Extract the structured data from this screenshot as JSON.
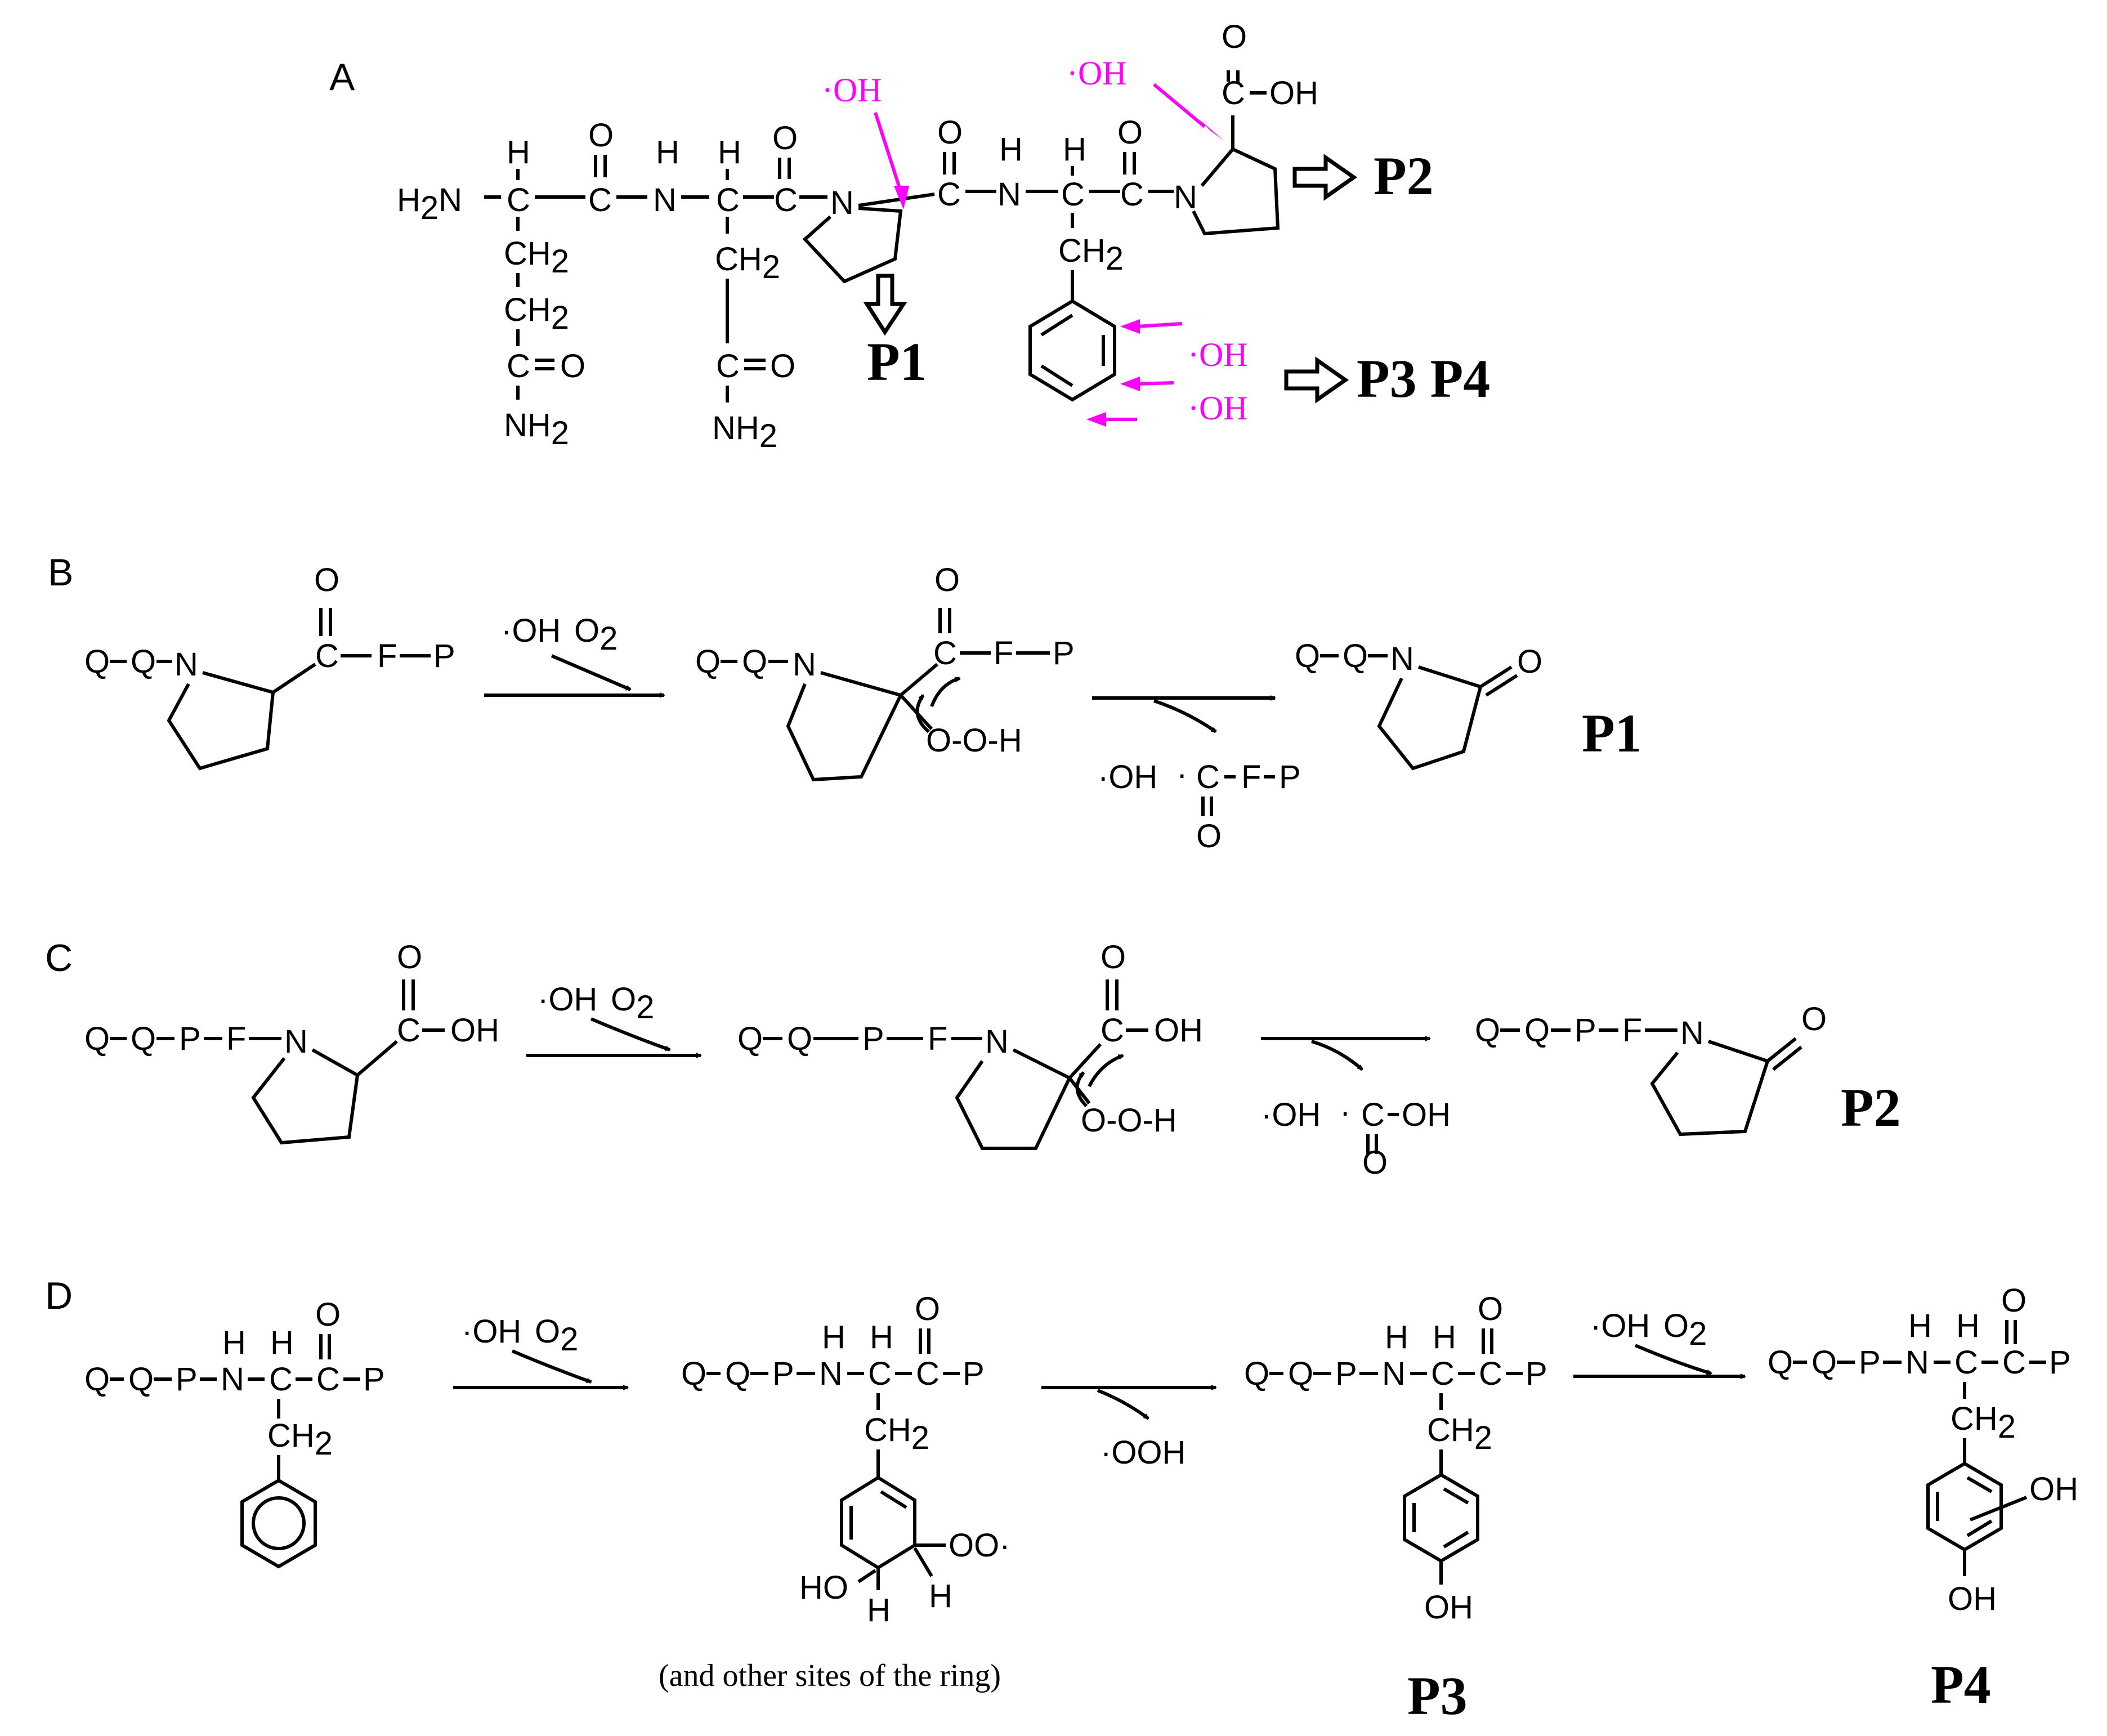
{
  "panels": {
    "a": "A",
    "b": "B",
    "c": "C",
    "d": "D"
  },
  "products": {
    "p1": "P1",
    "p2": "P2",
    "p3": "P3",
    "p4": "P4",
    "p3p4": "P3 P4"
  },
  "reagents": {
    "oh": "·OH",
    "o2": "O",
    "o2_sub": "2",
    "ooh": "·OOH"
  },
  "note": "(and other sites of the ring)",
  "atoms": {
    "H": "H",
    "N": "N",
    "O": "O",
    "C": "C",
    "F": "F",
    "P": "P",
    "Q": "Q",
    "OH": "OH",
    "HO": "HO",
    "OOdot": "OO·",
    "OOH": "O-O-H",
    "H2N": "H",
    "H2N_sub": "2",
    "H2N_tail": "N",
    "CH": "CH",
    "CH2_sub": "2",
    "NH": "NH",
    "NH2_sub": "2"
  },
  "colors": {
    "radical_accent": "#ff00ff",
    "ink": "#000000"
  }
}
